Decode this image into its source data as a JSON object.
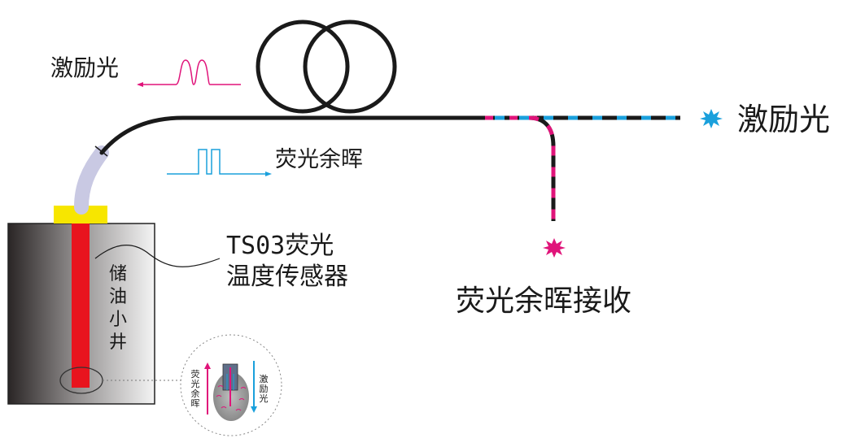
{
  "labels": {
    "excitation_top_left": "激励光",
    "fluorescence_afterglow_mid": "荧光余晖",
    "excitation_right": "激励光",
    "afterglow_receive": "荧光余晖接收",
    "sensor_line1": "TS03荧光",
    "sensor_line2": "温度传感器",
    "well_label": "储油小井",
    "inset_left": "荧光余晖",
    "inset_right": "激励光"
  },
  "colors": {
    "fiber": "#1a1a1a",
    "excitation": "#1aa0dc",
    "afterglow": "#e0147a",
    "sensor_rod": "#e8141e",
    "connector": "#f7e600",
    "sleeve": "#c9c9e3"
  }
}
